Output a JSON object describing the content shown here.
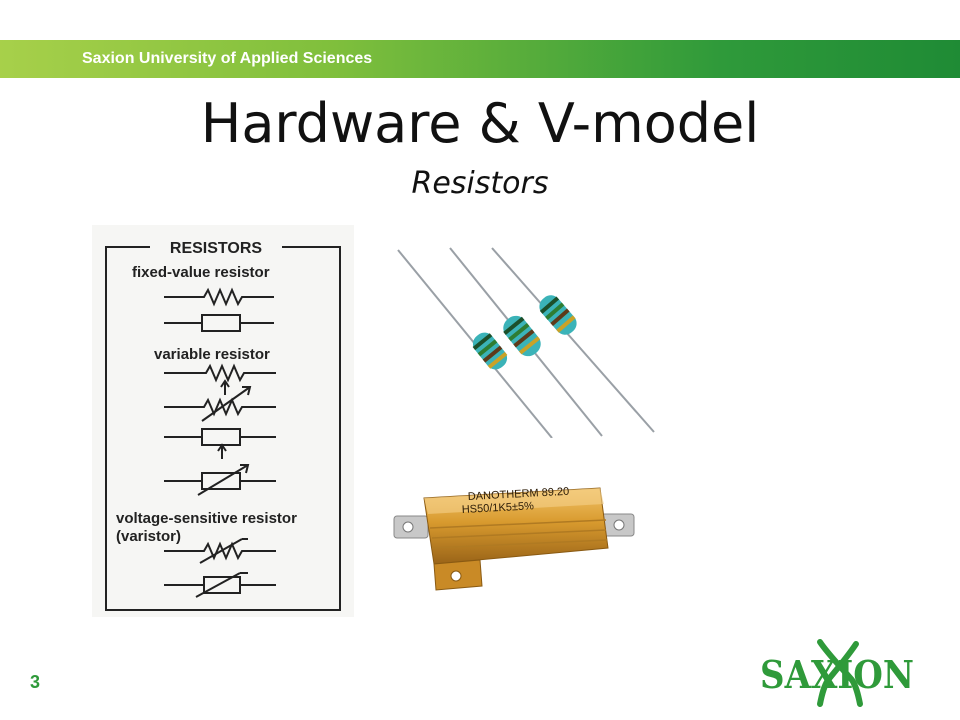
{
  "header": {
    "organization": "Saxion University of Applied Sciences"
  },
  "title": "Hardware & V-model",
  "subtitle": "Resistors",
  "symbols_figure": {
    "heading": "RESISTORS",
    "fixed_label": "fixed-value resistor",
    "variable_label": "variable resistor",
    "voltage_label": "voltage-sensitive resistor",
    "varistor_label": "(varistor)"
  },
  "photo_power_resistor": {
    "line1": "DANOTHERM 89.20",
    "line2": "HS50/1K5±5%"
  },
  "page_number": "3",
  "logo": {
    "text": "SAXION"
  },
  "colors": {
    "brand_green": "#2f9a3a",
    "light_green": "#a7d04a",
    "gold": "#d89a2e"
  }
}
